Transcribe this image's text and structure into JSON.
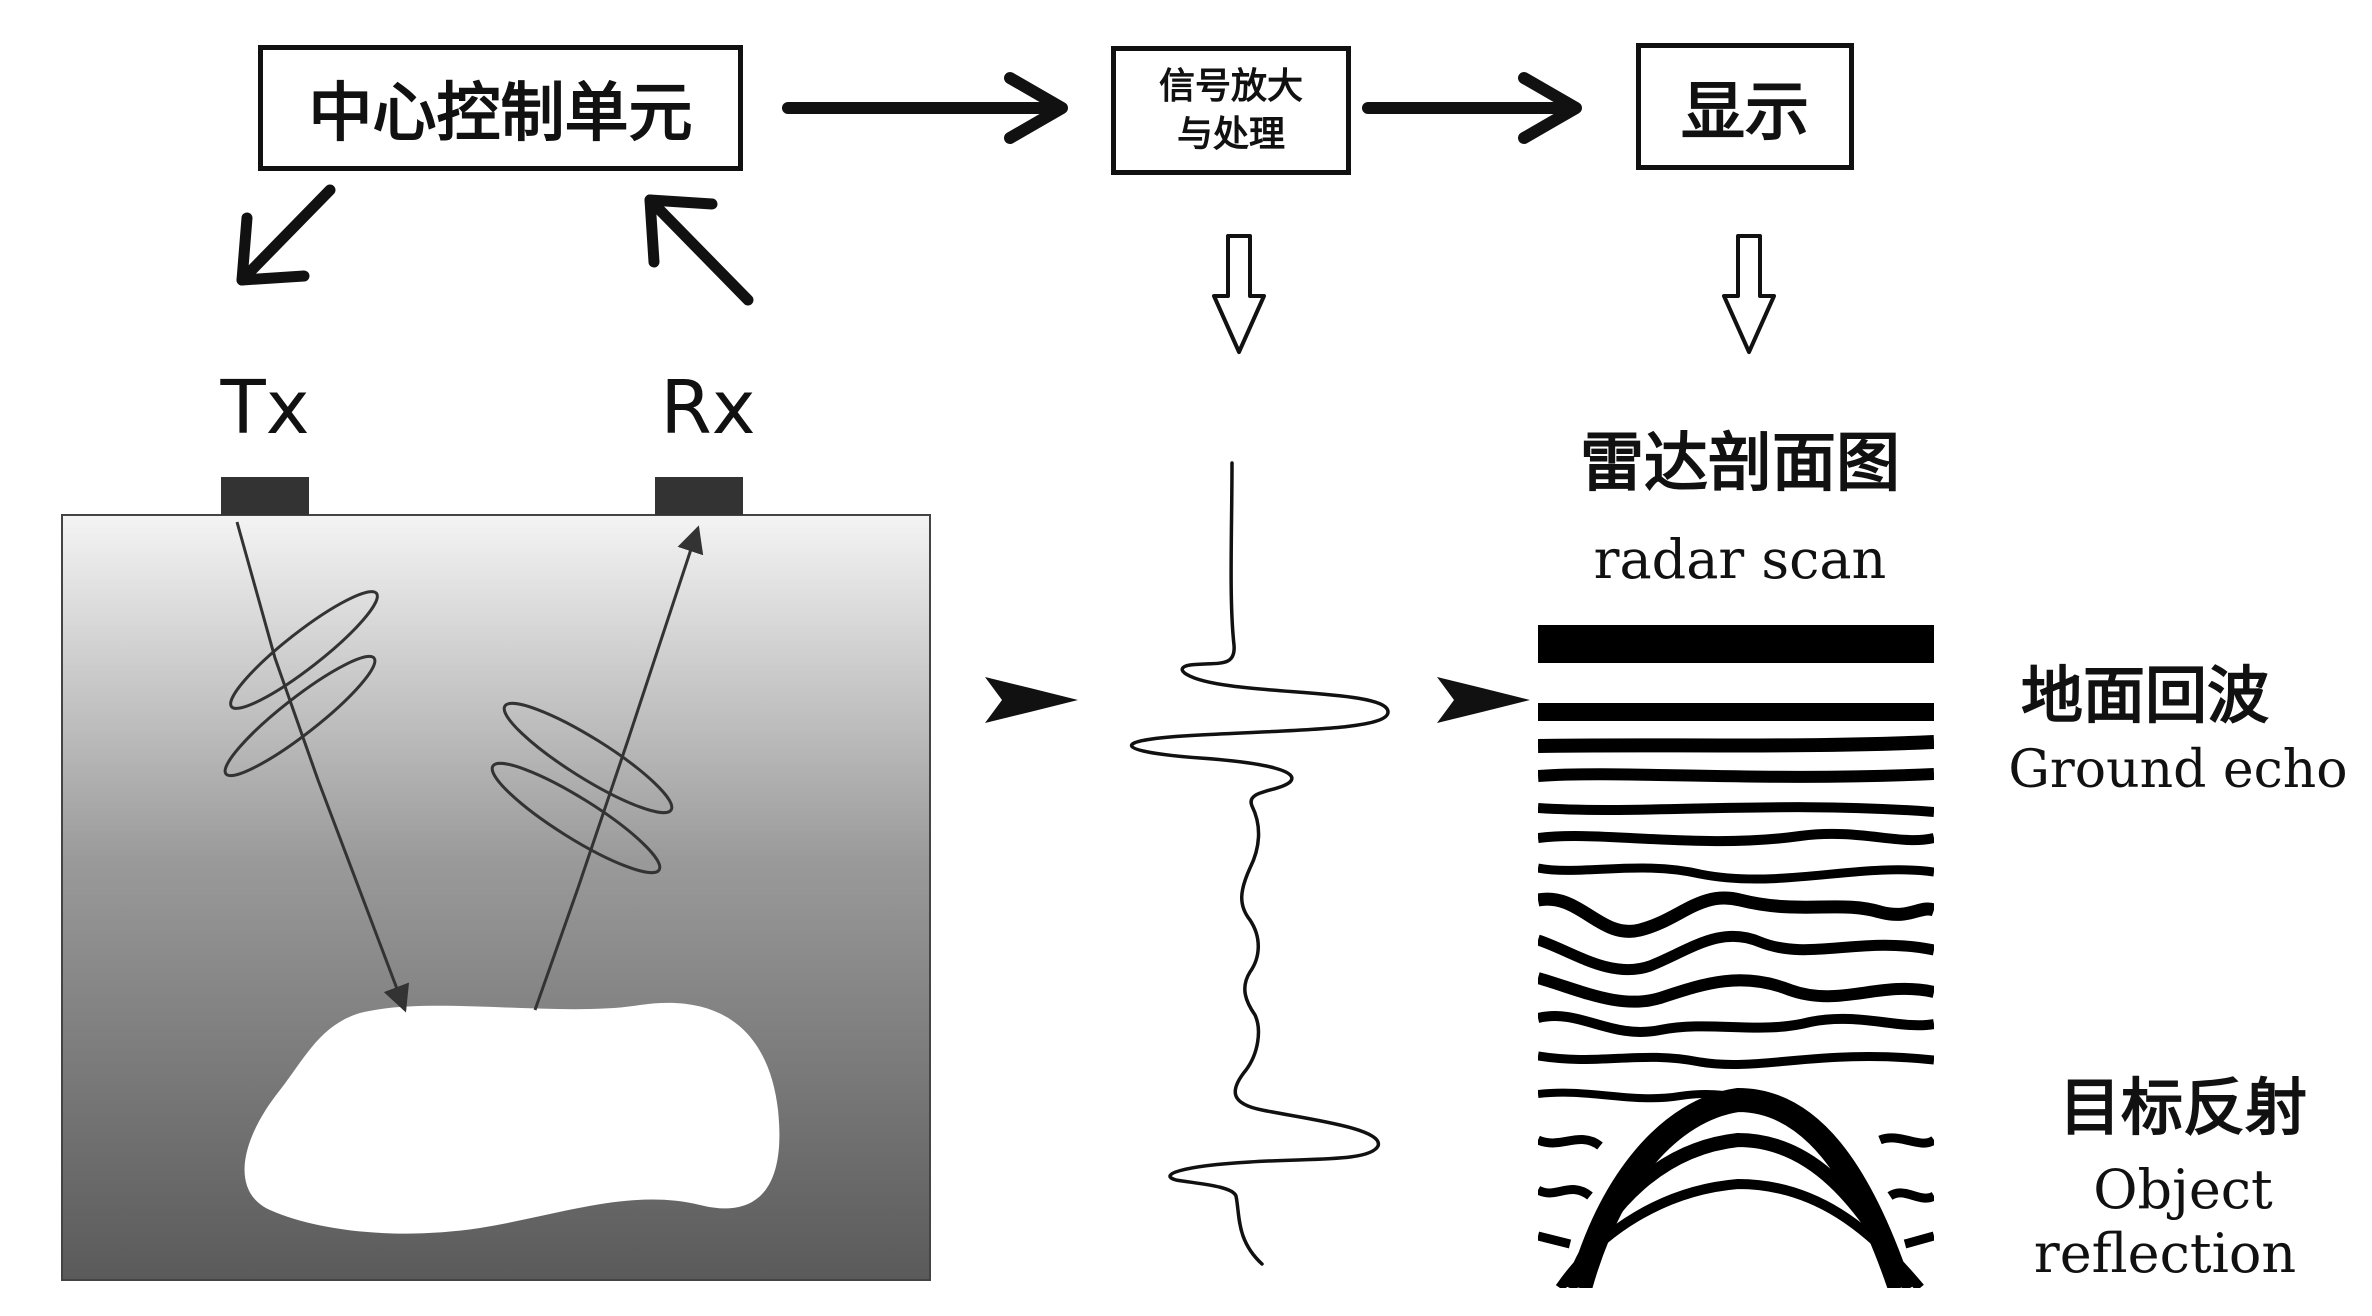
{
  "boxes": {
    "control_unit": "中心控制单元",
    "signal_line1": "信号放大",
    "signal_line2": "与处理",
    "display": "显示"
  },
  "antennas": {
    "tx": "Tx",
    "rx": "Rx"
  },
  "radar_profile": {
    "title_zh": "雷达剖面图",
    "title_en": "radar scan"
  },
  "annotations": {
    "ground_echo_zh": "地面回波",
    "ground_echo_en": "Ground echo",
    "object_reflection_zh": "目标反射",
    "object_reflection_en_line1": "Object",
    "object_reflection_en_line2": "reflection"
  },
  "colors": {
    "ink": "#111111",
    "ground_top": "#f2f2f2",
    "ground_bottom": "#5e5e5e",
    "object": "#ffffff"
  }
}
